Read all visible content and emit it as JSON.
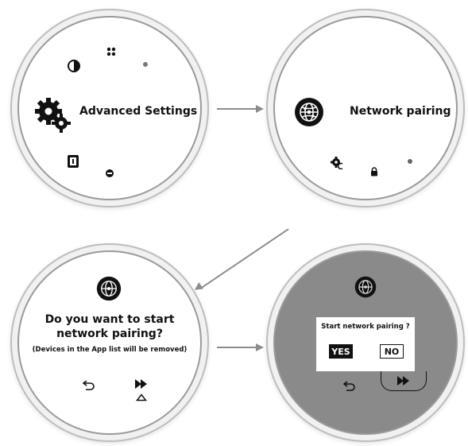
{
  "screen1": {
    "title": "Advanced Settings"
  },
  "screen2": {
    "title": "Network pairing"
  },
  "screen3": {
    "question_line1": "Do you want to start",
    "question_line2": "network pairing?",
    "note": "(Devices in the App list will be removed)"
  },
  "screen4": {
    "dialog_title": "Start network pairing ?",
    "yes_label": "YES",
    "no_label": "NO"
  }
}
